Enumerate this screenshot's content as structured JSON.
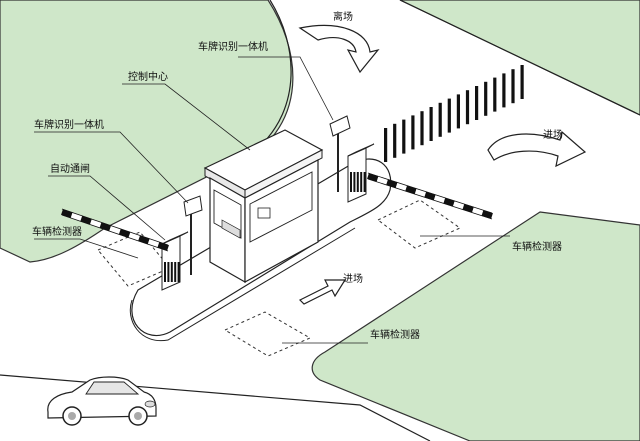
{
  "colors": {
    "lawn": "#cfe7c9",
    "lawn_stroke": "#333333",
    "island": "#ffffff",
    "booth": "#ffffff",
    "ink": "#222222"
  },
  "labels": {
    "exit": "离场",
    "entry_top": "进场",
    "entry_bottom": "进场",
    "plate_unit_top": "车牌识别一体机",
    "control_center": "控制中心",
    "plate_unit_left": "车牌识别一体机",
    "auto_gate": "自动通闸",
    "detector_left": "车辆检测器",
    "detector_right": "车辆检测器",
    "detector_bottom": "车辆检测器"
  },
  "icons": {
    "exit_arrow": "curved-arrow-icon",
    "entry_arrow_top": "curved-arrow-icon",
    "entry_arrow_bottom": "arrow-icon",
    "car": "car-icon"
  }
}
